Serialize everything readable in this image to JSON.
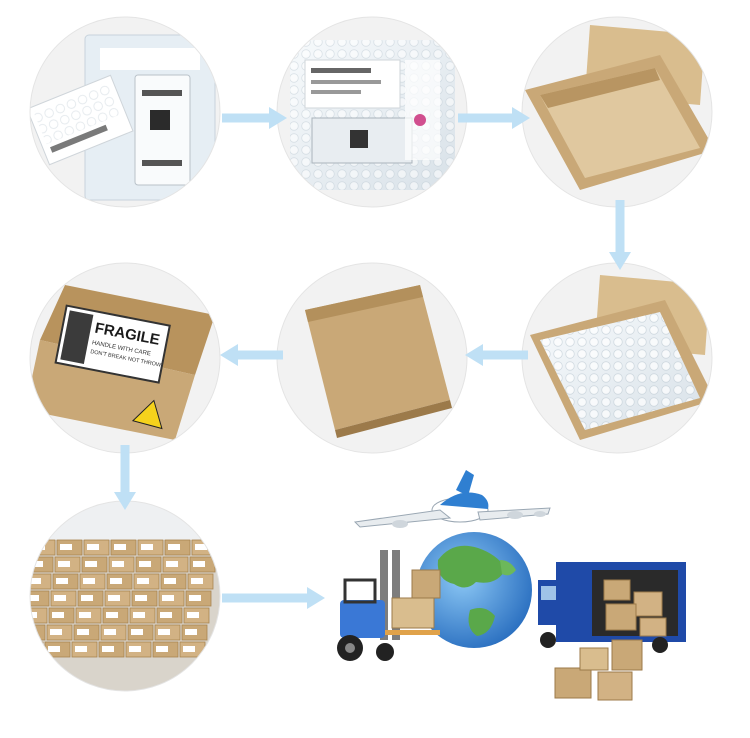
{
  "steps": [
    {
      "id": "step-1",
      "subject": "dev-board-in-blister"
    },
    {
      "id": "step-2",
      "subject": "board-in-bubble-bag"
    },
    {
      "id": "step-3",
      "subject": "open-empty-box"
    },
    {
      "id": "step-4",
      "subject": "bubble-wrap-in-box"
    },
    {
      "id": "step-5",
      "subject": "closed-box"
    },
    {
      "id": "step-6",
      "subject": "box-with-fragile-label"
    },
    {
      "id": "step-7",
      "subject": "stacked-boxes-warehouse"
    },
    {
      "id": "step-8",
      "subject": "worldwide-shipping"
    }
  ],
  "labels": {
    "fragile": "FRAGILE",
    "fragile_sub1": "HANDLE WITH CARE",
    "fragile_sub2": "DON'T BREAK NOT THROW"
  },
  "colors": {
    "arrow": "#bfe0f5",
    "cardboard": "#c9a877",
    "cardboard_dark": "#a8844f",
    "plane": "#2f7fd1",
    "container": "#1f4aa8",
    "forklift": "#3a78d6",
    "globe_sea": "#3d8fd8",
    "globe_land": "#5aa84a"
  }
}
